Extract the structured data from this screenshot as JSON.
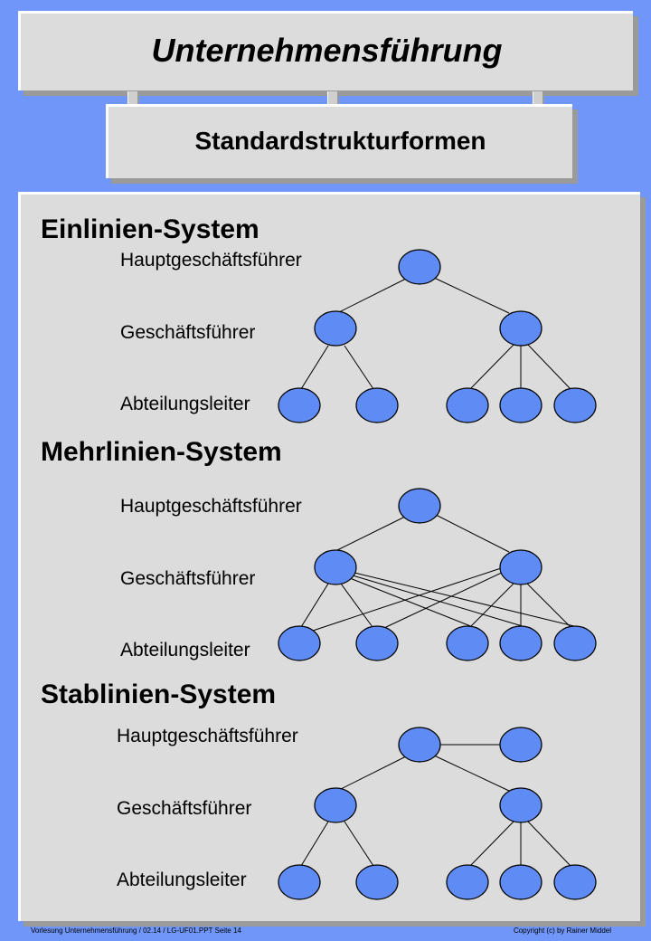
{
  "title": "Unternehmensführung",
  "subtitle": "Standardstrukturformen",
  "levels": {
    "top": "Hauptgeschäftsführer",
    "middle": "Geschäftsführer",
    "bottom": "Abteilungsleiter"
  },
  "sections": [
    {
      "title": "Einlinien-System"
    },
    {
      "title": "Mehrlinien-System"
    },
    {
      "title": "Stablinien-System"
    }
  ],
  "footer": {
    "left": "Vorlesung Unternehmensführung  / 02.14  / LG-UF01.PPT  Seite  14",
    "right": "Copyright  (c) by Rainer Middel"
  },
  "colors": {
    "background": "#6f96f8",
    "panel": "#dcdcdc",
    "node": "#5f8cf4"
  }
}
